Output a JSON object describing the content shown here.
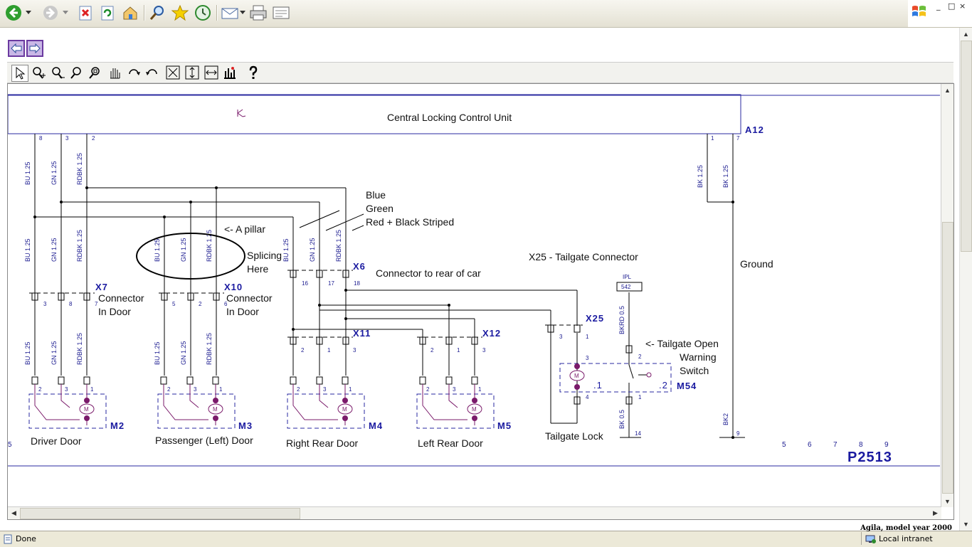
{
  "browser": {
    "toolbar_icons": [
      "back-icon",
      "forward-icon",
      "stop-icon",
      "refresh-icon",
      "home-icon",
      "search-icon",
      "favorites-icon",
      "history-icon",
      "mail-icon",
      "print-icon",
      "edit-icon"
    ],
    "window_controls": [
      "_",
      "□"
    ],
    "status": "Done",
    "zone": "Local intranet",
    "model_year": "Agila, model year 2000"
  },
  "viewer": {
    "tools": [
      "pointer-icon",
      "zoom-in-icon",
      "zoom-out-icon",
      "zoom-icon",
      "zoom-area-icon",
      "pan-icon",
      "rotate-cw-icon",
      "rotate-ccw-icon",
      "fit-window-icon",
      "fit-height-icon",
      "fit-width-icon",
      "layers-icon",
      "help-icon"
    ]
  },
  "diagram": {
    "control_unit": "Central Locking Control Unit",
    "cu_ref": "A12",
    "diagram_ref": "P2513",
    "annotations": {
      "blue": "Blue",
      "green": "Green",
      "redblack": "Red + Black Striped",
      "a_pillar": "<- A pillar",
      "splicing_1": "Splicing",
      "splicing_2": "Here",
      "tailgate_conn": "X25 - Tailgate Connector",
      "conn_rear": "Connector to rear of car",
      "ground": "Ground",
      "tg_open_1": "<- Tailgate Open",
      "tg_open_2": "Warning",
      "tg_open_3": "Switch",
      "conn_door_x7_1": "Connector",
      "conn_door_x7_2": "In Door",
      "conn_door_x10_1": "Connector",
      "conn_door_x10_2": "In Door"
    },
    "connectors": {
      "x7": "X7",
      "x10": "X10",
      "x6": "X6",
      "x11": "X11",
      "x12": "X12",
      "x25": "X25"
    },
    "motors": {
      "m2": "M2",
      "m3": "M3",
      "m4": "M4",
      "m5": "M5",
      "m54": "M54"
    },
    "door_labels": {
      "driver": "Driver Door",
      "passenger": "Passenger (Left) Door",
      "right_rear": "Right Rear Door",
      "left_rear": "Left Rear Door",
      "tailgate_lock": "Tailgate Lock"
    },
    "wire_codes": {
      "bu": "BU 1.25",
      "gn": "GN 1.25",
      "rdbk": "RDBK 1.25",
      "bk": "BK 1.25",
      "bkrd": "BKRD 0.5",
      "bk05": "BK 0.5",
      "bk2": "BK2"
    },
    "ipl": "IPL",
    "ipl_no": "542",
    "m54_pins": [
      ".1",
      ".2"
    ],
    "grid_numbers": [
      "5",
      "6",
      "7",
      "8",
      "9"
    ],
    "left_margin": [
      "5"
    ],
    "pins": {
      "cu_top": [
        "8",
        "3",
        "2"
      ],
      "cu_right": [
        "1",
        "7"
      ],
      "x7": [
        "3",
        "8",
        "7"
      ],
      "x10": [
        "5",
        "2",
        "6"
      ],
      "x6": [
        "16",
        "17",
        "18"
      ],
      "x11": [
        "2",
        "1",
        "3"
      ],
      "x12": [
        "2",
        "1",
        "3"
      ],
      "x25": [
        "3",
        "1"
      ],
      "motor": [
        "2",
        "3",
        "1"
      ],
      "tg_motor": [
        "3",
        "4"
      ],
      "tg_switch": [
        "2",
        "1"
      ],
      "gnd": [
        "9"
      ],
      "sw_gnd": [
        "14"
      ]
    }
  }
}
